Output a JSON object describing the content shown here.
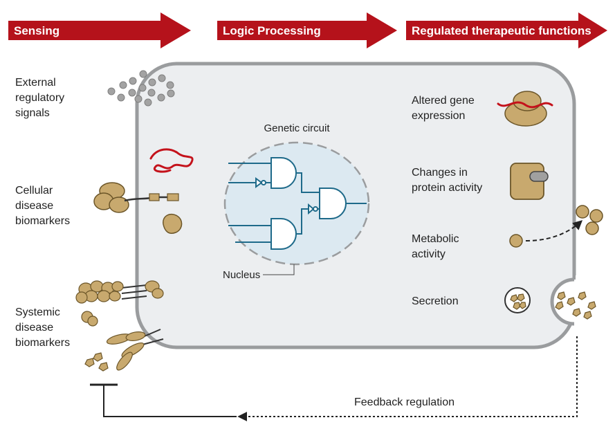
{
  "stages": {
    "sensing": "Sensing",
    "logic": "Logic Processing",
    "functions": "Regulated therapeutic functions"
  },
  "inputs": {
    "external": [
      "External",
      "regulatory",
      "signals"
    ],
    "cellular": [
      "Cellular",
      "disease",
      "biomarkers"
    ],
    "systemic": [
      "Systemic",
      "disease",
      "biomarkers"
    ]
  },
  "circuit": {
    "title": "Genetic circuit",
    "nucleus": "Nucleus"
  },
  "outputs": {
    "gene": [
      "Altered gene",
      "expression"
    ],
    "protein": [
      "Changes in",
      "protein activity"
    ],
    "metabolic": [
      "Metabolic",
      "activity"
    ],
    "secretion": [
      "Secretion"
    ]
  },
  "feedback": "Feedback regulation",
  "colors": {
    "arrow": "#b5121b",
    "cell_fill": "#eceef0",
    "cell_stroke": "#9a9c9e",
    "nucleus_fill": "#dce9f1",
    "circuit": "#1e6a8a",
    "molecule": "#c8a96e",
    "molecule_dark": "#6b5528",
    "signal": "#a0a0a0",
    "rna": "#c4121b"
  }
}
